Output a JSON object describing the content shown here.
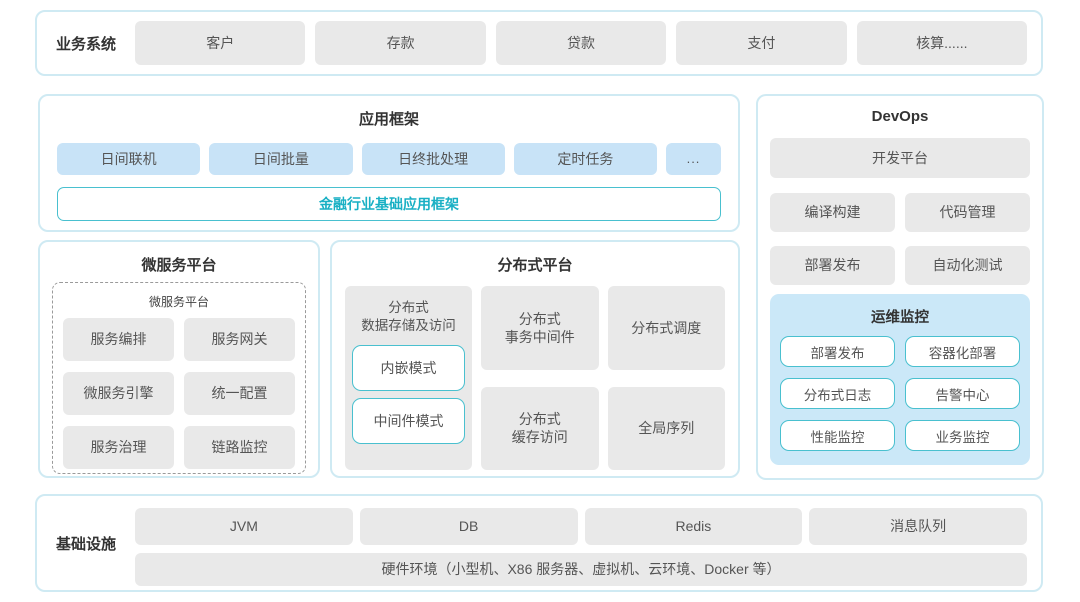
{
  "colors": {
    "container_border": "#cfeaf3",
    "gray_box_bg": "#e9e9e9",
    "blue_box_bg": "#c8e3f7",
    "panel_blue_bg": "#cbe8f8",
    "teal_border": "#49c0cf",
    "teal_text": "#19b0c4",
    "title_text": "#333333",
    "box_text": "#555555"
  },
  "business_systems": {
    "label": "业务系统",
    "items": [
      "客户",
      "存款",
      "贷款",
      "支付",
      "核算......"
    ]
  },
  "app_framework": {
    "title": "应用框架",
    "items": [
      "日间联机",
      "日间批量",
      "日终批处理",
      "定时任务",
      "..."
    ],
    "base": "金融行业基础应用框架"
  },
  "devops": {
    "title": "DevOps",
    "dev_platform": "开发平台",
    "items": [
      "编译构建",
      "代码管理",
      "部署发布",
      "自动化测试"
    ],
    "ops_monitor": {
      "title": "运维监控",
      "items": [
        "部署发布",
        "容器化部署",
        "分布式日志",
        "告警中心",
        "性能监控",
        "业务监控"
      ]
    }
  },
  "microservice": {
    "title": "微服务平台",
    "inner_title": "微服务平台",
    "items": [
      "服务编排",
      "服务网关",
      "微服务引擎",
      "统一配置",
      "服务治理",
      "链路监控"
    ]
  },
  "distributed": {
    "title": "分布式平台",
    "storage": {
      "title": "分布式\n数据存储及访问",
      "modes": [
        "内嵌模式",
        "中间件模式"
      ]
    },
    "cells": [
      "分布式\n事务中间件",
      "分布式调度",
      "分布式\n缓存访问",
      "全局序列"
    ]
  },
  "infrastructure": {
    "label": "基础设施",
    "items": [
      "JVM",
      "DB",
      "Redis",
      "消息队列"
    ],
    "hardware": "硬件环境（小型机、X86 服务器、虚拟机、云环境、Docker 等）"
  }
}
